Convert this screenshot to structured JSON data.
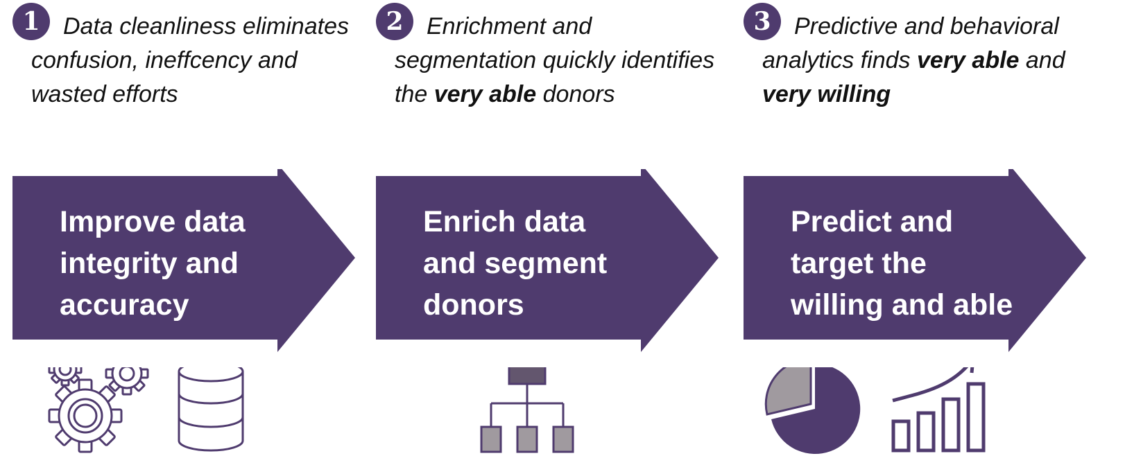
{
  "colors": {
    "accent": "#4f3b6e",
    "muted": "#a09a9f",
    "node": "#63566e",
    "text": "#111111",
    "on_accent": "#ffffff"
  },
  "steps": [
    {
      "number": "1",
      "desc": [
        "Data cleanliness eliminates confusion, ineffcency and wasted efforts"
      ],
      "arrow_lines": [
        "Improve data",
        "integrity and",
        "accuracy"
      ],
      "icons": [
        "gears-icon",
        "database-icon"
      ]
    },
    {
      "number": "2",
      "desc": [
        "Enrichment and segmentation quickly identifies the ",
        "very able",
        " donors"
      ],
      "arrow_lines": [
        "Enrich data",
        "and segment",
        "donors"
      ],
      "icons": [
        "hierarchy-icon"
      ]
    },
    {
      "number": "3",
      "desc": [
        "Predictive and behavioral analytics finds ",
        "very able",
        " and ",
        "very willing"
      ],
      "arrow_lines": [
        "Predict and",
        "target the",
        "willing and able"
      ],
      "icons": [
        "pie-chart-icon",
        "growth-chart-icon"
      ]
    }
  ]
}
